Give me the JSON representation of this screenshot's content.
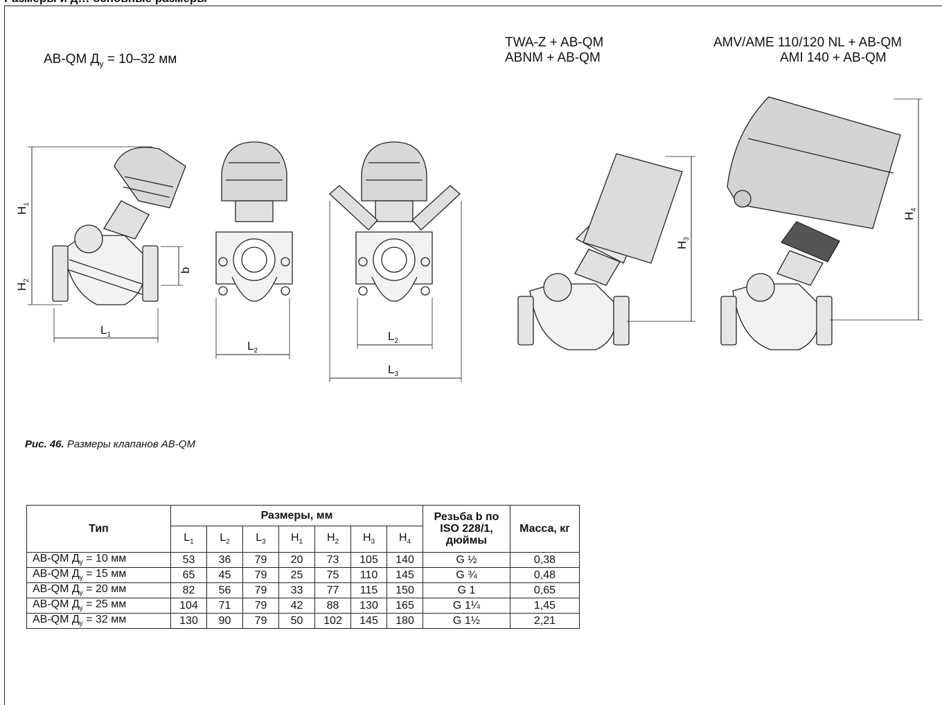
{
  "page": {
    "header_fragment": "Размеры и д… основные размеры",
    "caption_prefix": "Рис. 46.",
    "caption_text": "Размеры клапанов AB-QM"
  },
  "labels": {
    "main_model": "AB-QM Д",
    "main_model_sub": "у",
    "main_model_range": " = 10–32 мм",
    "combo1_line1": "TWA-Z + AB-QM",
    "combo1_line2": "ABNM + AB-QM",
    "combo2_line1": "AMV/AME 110/120 NL + AB-QM",
    "combo2_line2": "AMI 140 + AB-QM"
  },
  "dimensions": {
    "H": "H",
    "L": "L",
    "b": "b",
    "sub1": "1",
    "sub2": "2",
    "sub3": "3",
    "sub4": "4"
  },
  "table": {
    "col_type": "Тип",
    "col_dims": "Размеры, мм",
    "col_thread": "Резьба b по ISO 228/1, дюймы",
    "col_mass": "Масса, кг",
    "sub_headers": [
      {
        "letter": "L",
        "sub": "1"
      },
      {
        "letter": "L",
        "sub": "2"
      },
      {
        "letter": "L",
        "sub": "3"
      },
      {
        "letter": "H",
        "sub": "1"
      },
      {
        "letter": "H",
        "sub": "2"
      },
      {
        "letter": "H",
        "sub": "3"
      },
      {
        "letter": "H",
        "sub": "4"
      }
    ],
    "rows": [
      {
        "type_prefix": "AB-QM Д",
        "type_sub": "у",
        "type_suffix": " = 10 мм",
        "values": [
          "53",
          "36",
          "79",
          "20",
          "73",
          "105",
          "140"
        ],
        "thread": "G ½",
        "mass": "0,38"
      },
      {
        "type_prefix": "AB-QM Д",
        "type_sub": "у",
        "type_suffix": " = 15 мм",
        "values": [
          "65",
          "45",
          "79",
          "25",
          "75",
          "110",
          "145"
        ],
        "thread": "G ¾",
        "mass": "0,48"
      },
      {
        "type_prefix": "AB-QM Д",
        "type_sub": "у",
        "type_suffix": " = 20 мм",
        "values": [
          "82",
          "56",
          "79",
          "33",
          "77",
          "115",
          "150"
        ],
        "thread": "G 1",
        "mass": "0,65"
      },
      {
        "type_prefix": "AB-QM Д",
        "type_sub": "у",
        "type_suffix": " = 25 мм",
        "values": [
          "104",
          "71",
          "79",
          "42",
          "88",
          "130",
          "165"
        ],
        "thread": "G 1¼",
        "mass": "1,45"
      },
      {
        "type_prefix": "AB-QM Д",
        "type_sub": "у",
        "type_suffix": " = 32 мм",
        "values": [
          "130",
          "90",
          "79",
          "50",
          "102",
          "145",
          "180"
        ],
        "thread": "G 1½",
        "mass": "2,21"
      }
    ]
  },
  "colors": {
    "line": "#222222",
    "fill_body": "#f2f2f2",
    "fill_dark": "#bdbdbd"
  }
}
